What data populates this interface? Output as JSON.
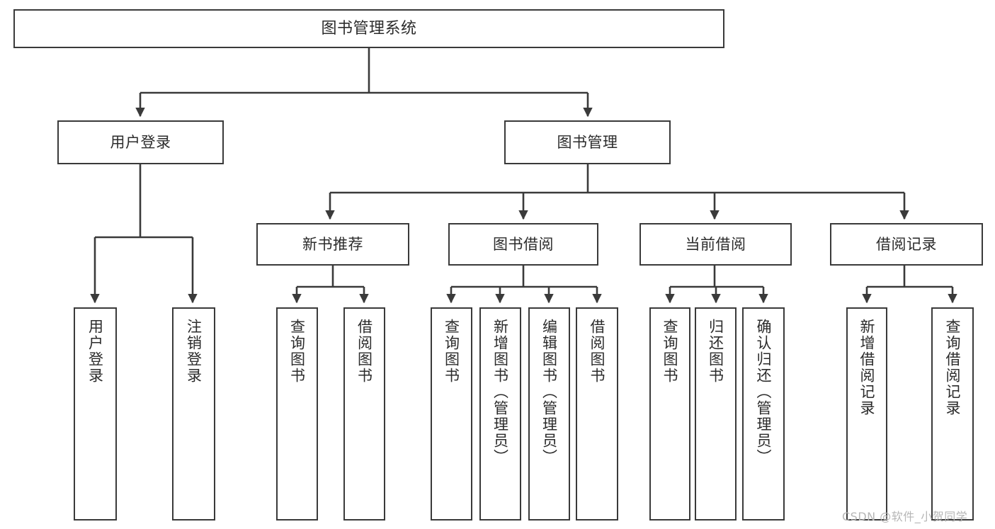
{
  "diagram": {
    "type": "tree",
    "title": "图书管理系统",
    "root": {
      "label": "图书管理系统"
    },
    "level2": [
      {
        "id": "user-login",
        "label": "用户登录"
      },
      {
        "id": "book-manage",
        "label": "图书管理"
      }
    ],
    "level3": [
      {
        "id": "new-book-recommend",
        "label": "新书推荐",
        "parent": "book-manage"
      },
      {
        "id": "book-borrow",
        "label": "图书借阅",
        "parent": "book-manage"
      },
      {
        "id": "current-borrow",
        "label": "当前借阅",
        "parent": "book-manage"
      },
      {
        "id": "borrow-record",
        "label": "借阅记录",
        "parent": "book-manage"
      }
    ],
    "leaves": [
      {
        "id": "leaf-user-login",
        "label": "用户登录",
        "parent": "user-login"
      },
      {
        "id": "leaf-logout-login",
        "label": "注销登录",
        "parent": "user-login"
      },
      {
        "id": "leaf-query-book-1",
        "label": "查询图书",
        "parent": "new-book-recommend"
      },
      {
        "id": "leaf-borrow-book-1",
        "label": "借阅图书",
        "parent": "new-book-recommend"
      },
      {
        "id": "leaf-query-book-2",
        "label": "查询图书",
        "parent": "book-borrow"
      },
      {
        "id": "leaf-add-book",
        "label": "新增图书（管理员）",
        "parent": "book-borrow"
      },
      {
        "id": "leaf-edit-book",
        "label": "编辑图书（管理员）",
        "parent": "book-borrow"
      },
      {
        "id": "leaf-borrow-book-2",
        "label": "借阅图书",
        "parent": "book-borrow"
      },
      {
        "id": "leaf-query-book-3",
        "label": "查询图书",
        "parent": "current-borrow"
      },
      {
        "id": "leaf-return-book",
        "label": "归还图书",
        "parent": "current-borrow"
      },
      {
        "id": "leaf-confirm-return",
        "label": "确认归还（管理员）",
        "parent": "current-borrow"
      },
      {
        "id": "leaf-add-record",
        "label": "新增借阅记录",
        "parent": "borrow-record"
      },
      {
        "id": "leaf-query-record",
        "label": "查询借阅记录",
        "parent": "borrow-record"
      }
    ],
    "colors": {
      "box_border": "#3a3a3a",
      "box_fill": "#ffffff",
      "connector": "#3a3a3a",
      "text": "#2b2b2b",
      "watermark": "#b6b6b6",
      "background": "#ffffff"
    }
  },
  "watermark": {
    "text": "CSDN @软件_小贺同学"
  }
}
